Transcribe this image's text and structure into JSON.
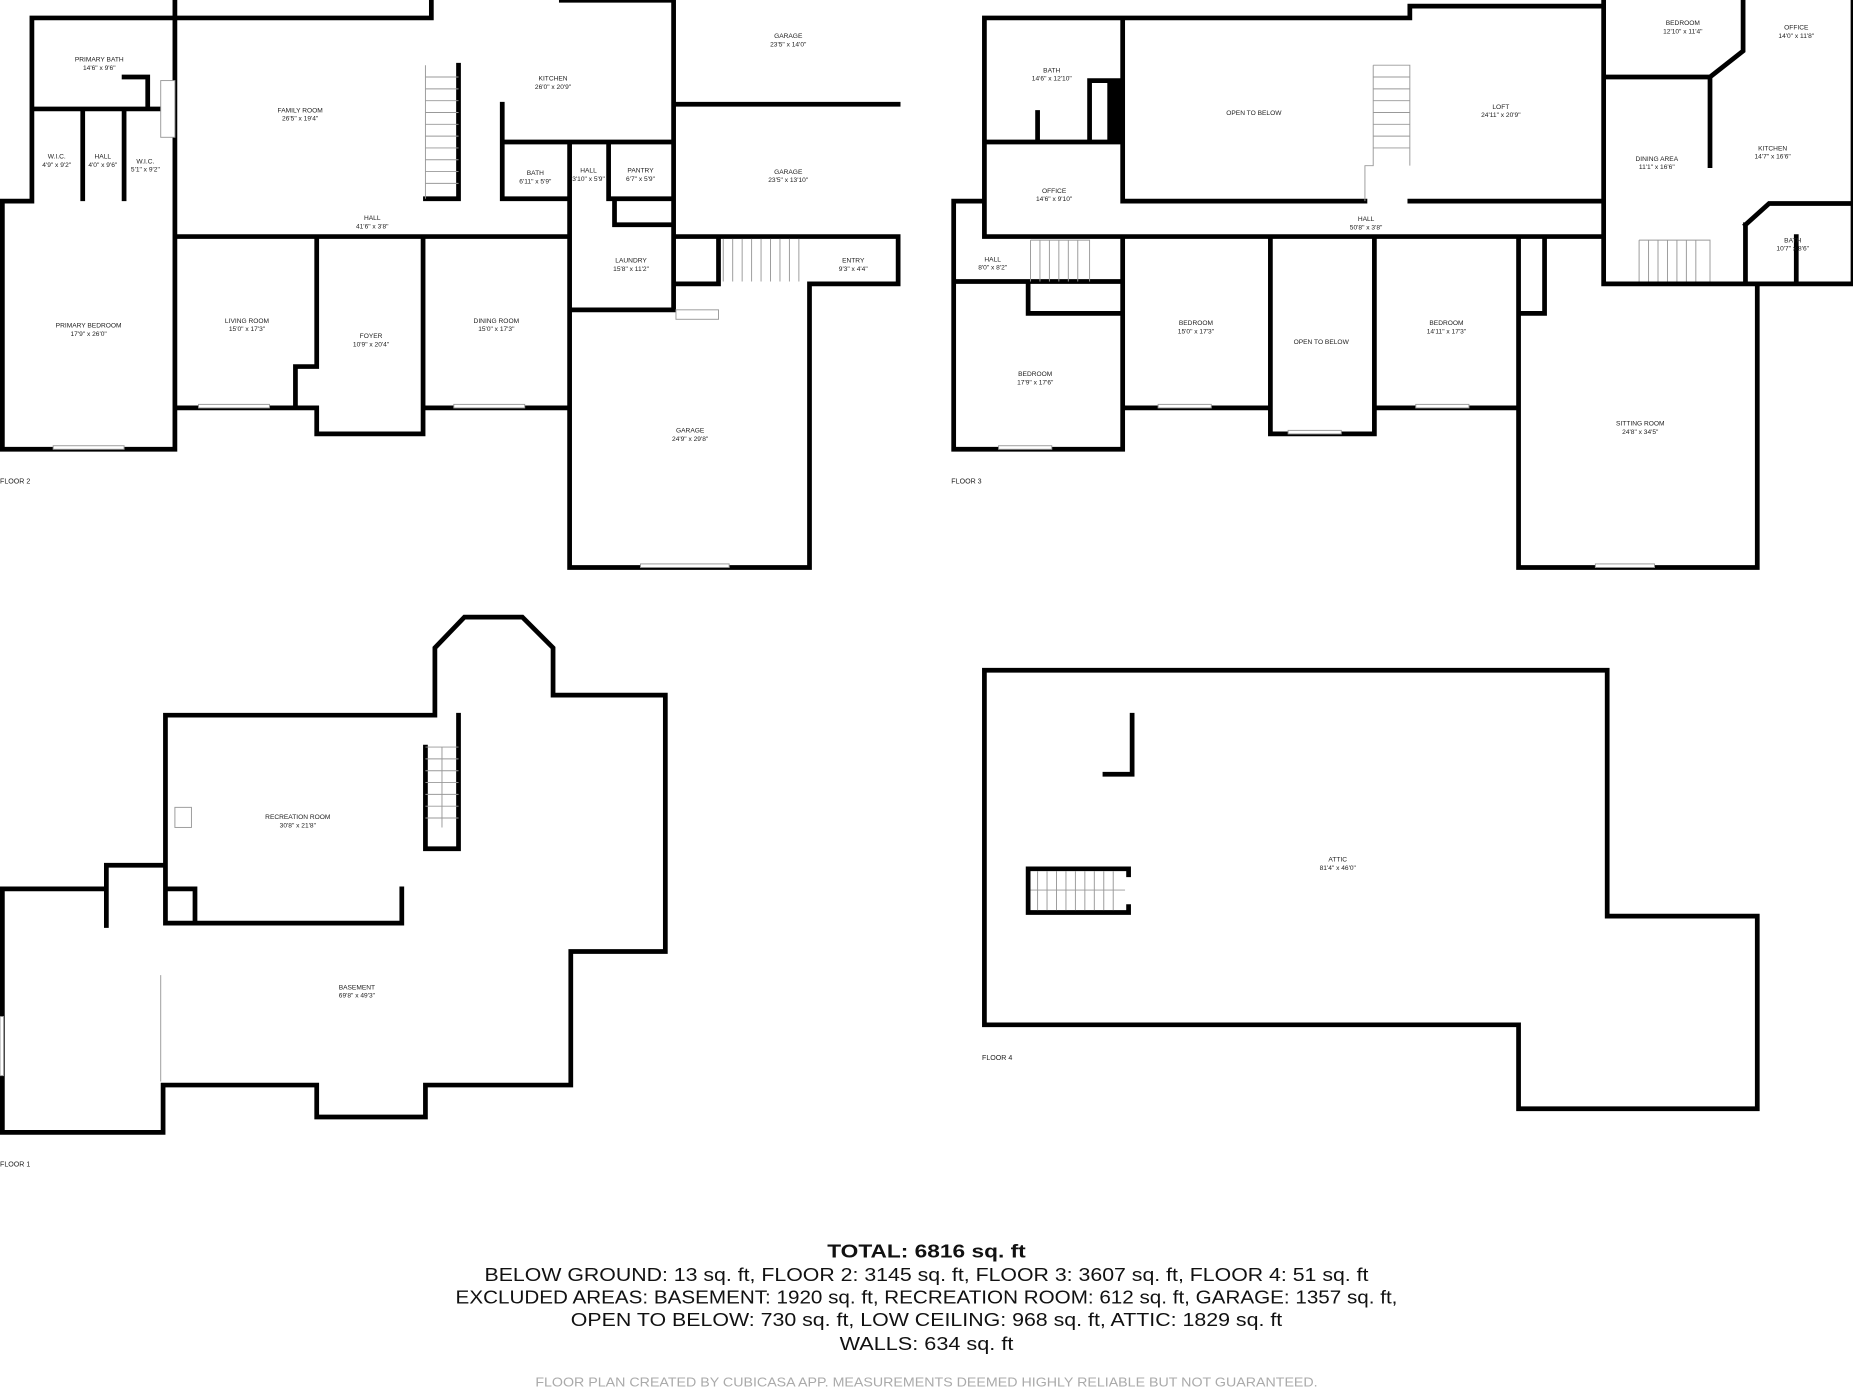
{
  "floor2": {
    "label": "FLOOR 2",
    "rooms": [
      {
        "name": "PRIMARY BATH",
        "dims": "14'6\" x 9'6\""
      },
      {
        "name": "W.I.C.",
        "dims": "4'9\" x 9'2\""
      },
      {
        "name": "HALL",
        "dims": "4'0\" x 9'6\""
      },
      {
        "name": "W.I.C.",
        "dims": "5'1\" x 9'2\""
      },
      {
        "name": "FAMILY ROOM",
        "dims": "26'5\" x 19'4\""
      },
      {
        "name": "KITCHEN",
        "dims": "26'0\" x 20'9\""
      },
      {
        "name": "BATH",
        "dims": "6'11\" x 5'9\""
      },
      {
        "name": "HALL",
        "dims": "3'10\" x 5'9\""
      },
      {
        "name": "PANTRY",
        "dims": "6'7\" x 5'9\""
      },
      {
        "name": "GARAGE",
        "dims": "23'5\" x 14'0\""
      },
      {
        "name": "GARAGE",
        "dims": "23'5\" x 13'10\""
      },
      {
        "name": "HALL",
        "dims": "41'6\" x 3'8\""
      },
      {
        "name": "LAUNDRY",
        "dims": "15'8\" x 11'2\""
      },
      {
        "name": "ENTRY",
        "dims": "9'3\" x 4'4\""
      },
      {
        "name": "PRIMARY BEDROOM",
        "dims": "17'9\" x 26'0\""
      },
      {
        "name": "LIVING ROOM",
        "dims": "15'0\" x 17'3\""
      },
      {
        "name": "FOYER",
        "dims": "10'9\" x 20'4\""
      },
      {
        "name": "DINING ROOM",
        "dims": "15'0\" x 17'3\""
      },
      {
        "name": "GARAGE",
        "dims": "24'9\" x 29'8\""
      }
    ]
  },
  "floor3": {
    "label": "FLOOR 3",
    "rooms": [
      {
        "name": "BATH",
        "dims": "14'6\" x 12'10\""
      },
      {
        "name": "OPEN TO BELOW",
        "dims": ""
      },
      {
        "name": "LOFT",
        "dims": "24'11\" x 20'9\""
      },
      {
        "name": "BEDROOM",
        "dims": "12'10\" x 11'4\""
      },
      {
        "name": "OFFICE",
        "dims": "14'0\" x 11'8\""
      },
      {
        "name": "DINING AREA",
        "dims": "11'1\" x 16'6\""
      },
      {
        "name": "KITCHEN",
        "dims": "14'7\" x 16'6\""
      },
      {
        "name": "OFFICE",
        "dims": "14'6\" x 9'10\""
      },
      {
        "name": "HALL",
        "dims": "50'8\" x 3'8\""
      },
      {
        "name": "BATH",
        "dims": "10'7\" x 8'6\""
      },
      {
        "name": "HALL",
        "dims": "8'0\" x 8'2\""
      },
      {
        "name": "BEDROOM",
        "dims": "15'0\" x 17'3\""
      },
      {
        "name": "OPEN TO BELOW",
        "dims": ""
      },
      {
        "name": "BEDROOM",
        "dims": "14'11\" x 17'3\""
      },
      {
        "name": "BEDROOM",
        "dims": "17'9\" x 17'6\""
      },
      {
        "name": "SITTING ROOM",
        "dims": "24'8\" x 34'5\""
      }
    ]
  },
  "floor1": {
    "label": "FLOOR 1",
    "rooms": [
      {
        "name": "RECREATION ROOM",
        "dims": "30'8\" x 21'8\""
      },
      {
        "name": "BASEMENT",
        "dims": "69'8\" x 49'3\""
      }
    ]
  },
  "floor4": {
    "label": "FLOOR 4",
    "rooms": [
      {
        "name": "ATTIC",
        "dims": "81'4\" x 46'0\""
      }
    ]
  },
  "summary": {
    "total": "TOTAL: 6816 sq. ft",
    "lines": [
      "BELOW GROUND: 13 sq. ft, FLOOR 2: 3145 sq. ft, FLOOR 3: 3607 sq. ft, FLOOR 4: 51 sq. ft",
      "EXCLUDED AREAS: BASEMENT: 1920 sq. ft, RECREATION ROOM: 612 sq. ft, GARAGE: 1357 sq. ft,",
      "OPEN TO BELOW: 730 sq. ft, LOW CEILING: 968 sq. ft, ATTIC: 1829 sq. ft",
      "WALLS: 634 sq. ft"
    ],
    "disclaimer": "FLOOR PLAN CREATED BY CUBICASA APP. MEASUREMENTS DEEMED HIGHLY RELIABLE BUT NOT GUARANTEED."
  },
  "colors": {
    "walls": "#000000",
    "background": "#ffffff",
    "disclaimer": "#aaaaaa"
  }
}
